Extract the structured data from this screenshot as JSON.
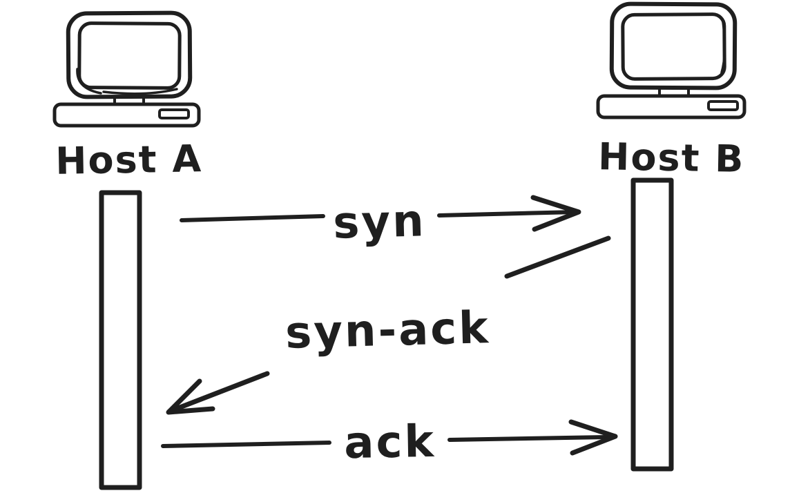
{
  "colors": {
    "ink": "#1f1f1f",
    "background": "#ffffff"
  },
  "hosts": [
    {
      "id": "host-a",
      "label": "Host A",
      "icon": "desktop-computer-icon"
    },
    {
      "id": "host-b",
      "label": "Host B",
      "icon": "desktop-computer-icon"
    }
  ],
  "messages": [
    {
      "label": "syn",
      "from": "host-a",
      "to": "host-b",
      "direction": "right"
    },
    {
      "label": "syn-ack",
      "from": "host-b",
      "to": "host-a",
      "direction": "left"
    },
    {
      "label": "ack",
      "from": "host-a",
      "to": "host-b",
      "direction": "right"
    }
  ]
}
